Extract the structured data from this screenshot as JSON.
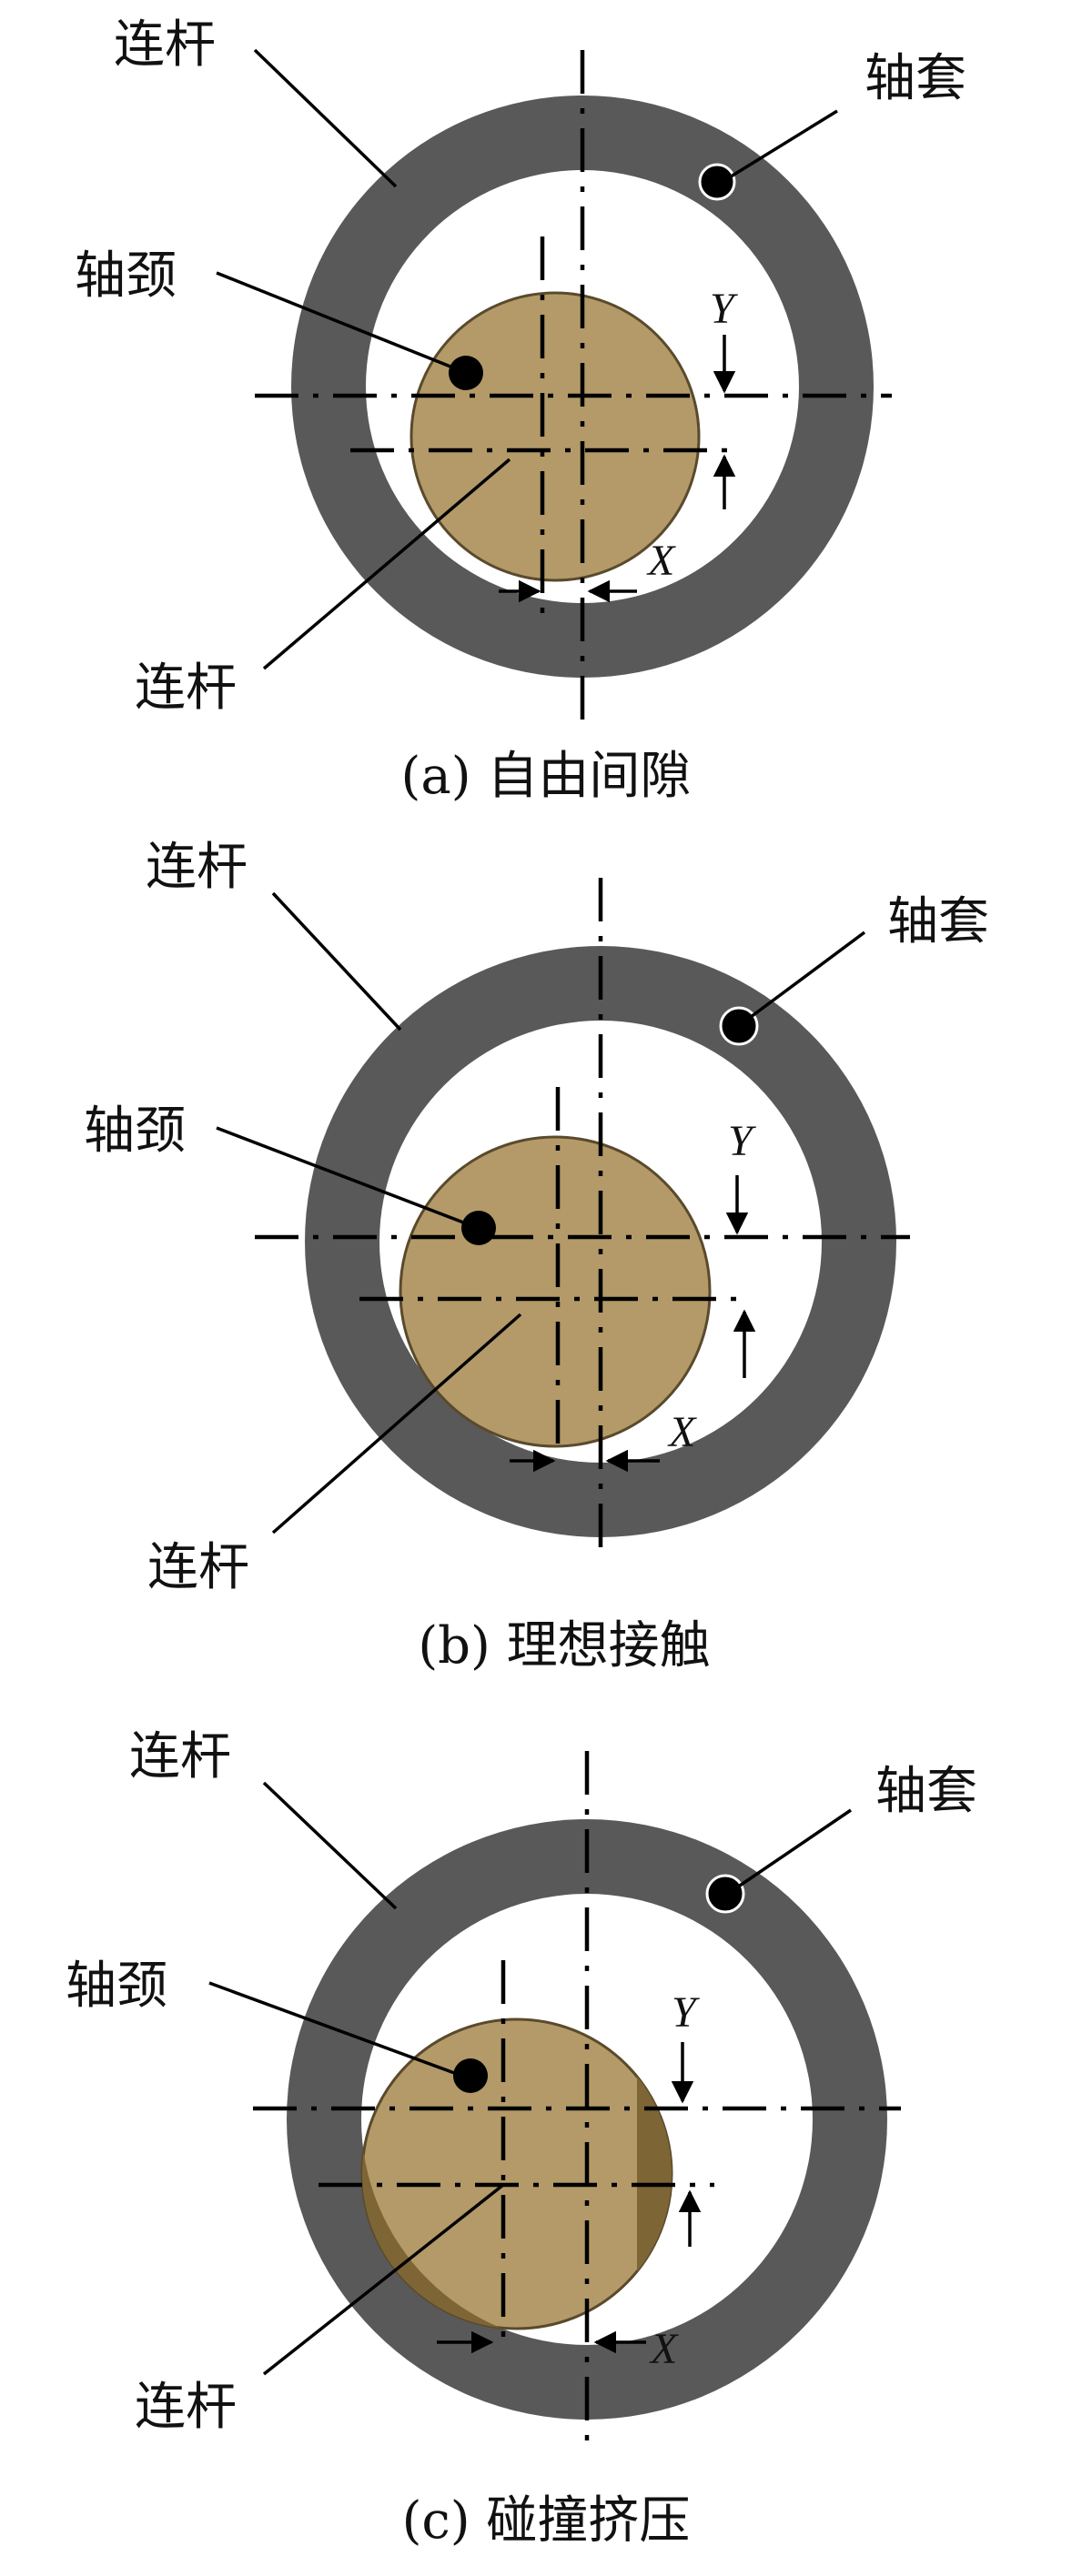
{
  "panels": [
    {
      "caption": "(a) 自由间隙",
      "labels": {
        "rod_top": "连杆",
        "sleeve": "轴套",
        "journal": "轴颈",
        "rod_bottom": "连杆",
        "y": "Y",
        "x": "X"
      }
    },
    {
      "caption": "(b) 理想接触",
      "labels": {
        "rod_top": "连杆",
        "sleeve": "轴套",
        "journal": "轴颈",
        "rod_bottom": "连杆",
        "y": "Y",
        "x": "X"
      }
    },
    {
      "caption": "(c) 碰撞挤压",
      "labels": {
        "rod_top": "连杆",
        "sleeve": "轴套",
        "journal": "轴颈",
        "rod_bottom": "连杆",
        "y": "Y",
        "x": "X"
      }
    }
  ],
  "colors": {
    "sleeve": "#595959",
    "journal": "#b39a68",
    "journal_stroke": "#5a4a2c",
    "overlap": "#7d6535"
  }
}
